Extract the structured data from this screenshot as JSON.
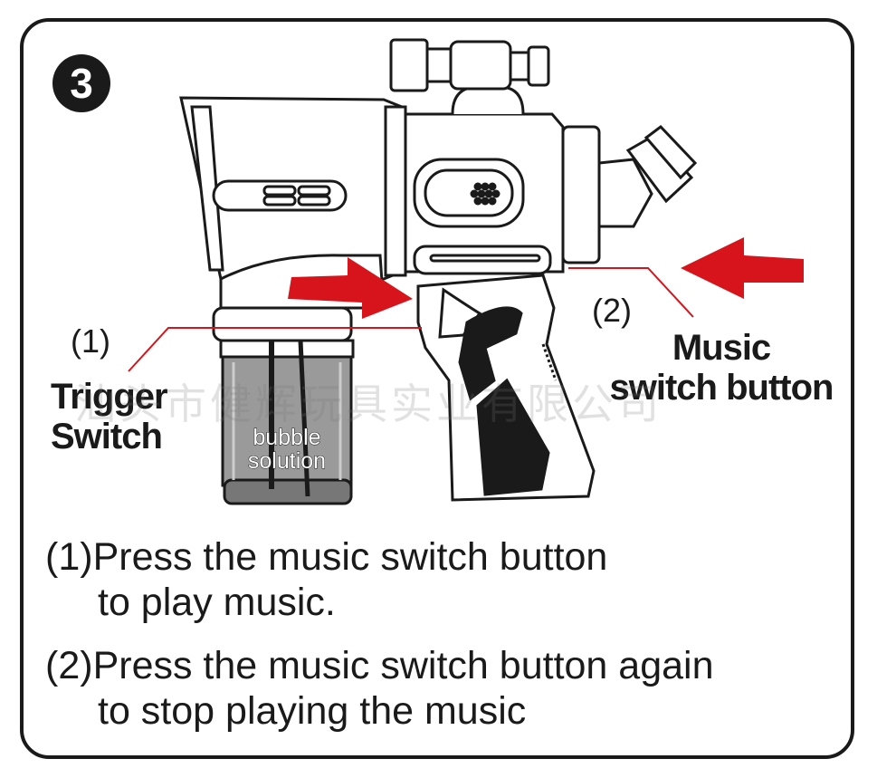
{
  "step_number": "3",
  "callouts": {
    "trigger": {
      "number": "(1)",
      "label_line1": "Trigger",
      "label_line2": "Switch"
    },
    "music": {
      "number": "(2)",
      "label_line1": "Music",
      "label_line2": "switch button"
    }
  },
  "bottle_label": {
    "line1": "bubble",
    "line2": "solution"
  },
  "instructions": [
    {
      "marker": "(1)",
      "line1": "Press the music switch button",
      "line2": "to play music."
    },
    {
      "marker": "(2)",
      "line1": "Press the music switch button again",
      "line2": "to stop playing the music"
    }
  ],
  "watermark": "汕头市健辉玩具实业有限公司",
  "colors": {
    "arrow": "#d7141c",
    "outline": "#1a1a1a",
    "bottle_fill": "#9a9a9a",
    "callout_line": "#d7141c"
  }
}
